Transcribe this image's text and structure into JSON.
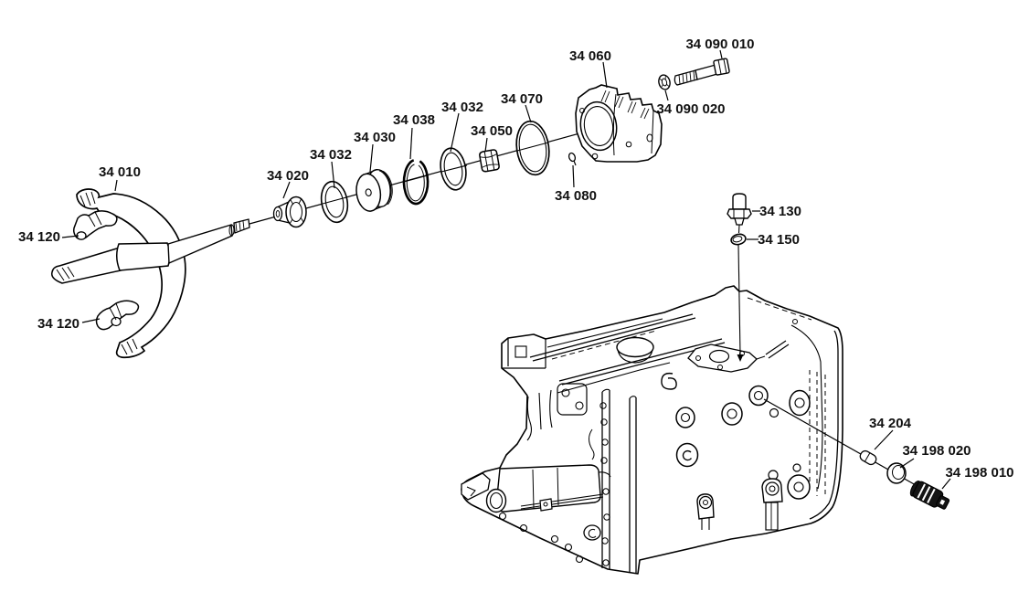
{
  "diagram": {
    "kind": "exploded-parts-diagram",
    "background_color": "#ffffff",
    "stroke_color": "#000000",
    "label_color": "#111111",
    "labels": [
      {
        "text": "34 010"
      },
      {
        "text": "34 120"
      },
      {
        "text": "34 120"
      },
      {
        "text": "34 020"
      },
      {
        "text": "34 032"
      },
      {
        "text": "34 030"
      },
      {
        "text": "34 038"
      },
      {
        "text": "34 032"
      },
      {
        "text": "34 050"
      },
      {
        "text": "34 070"
      },
      {
        "text": "34 060"
      },
      {
        "text": "34 090 010"
      },
      {
        "text": "34 090 020"
      },
      {
        "text": "34 080"
      },
      {
        "text": "34 130"
      },
      {
        "text": "34 150"
      },
      {
        "text": "34 204"
      },
      {
        "text": "34 198 020"
      },
      {
        "text": "34 198 010"
      }
    ]
  }
}
